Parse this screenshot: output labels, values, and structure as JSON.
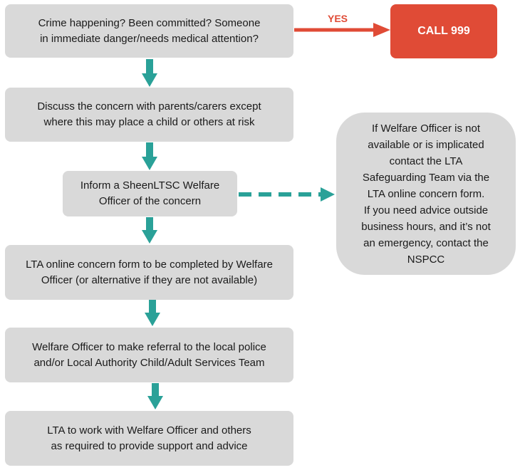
{
  "steps": {
    "crime_question": "Crime happening? Been committed? Someone\nin immediate danger/needs medical attention?",
    "discuss": "Discuss the concern with parents/carers except\nwhere this may place a child or others at risk",
    "inform": "Inform a SheenLTSC Welfare\nOfficer of the concern",
    "online_form": "LTA online concern form to be completed by Welfare\nOfficer (or alternative if they are not available)",
    "referral": "Welfare Officer to make referral to the local police\nand/or Local Authority Child/Adult Services Team",
    "support": "LTA to work with Welfare Officer and others\nas required to provide support and advice"
  },
  "side_note": "If Welfare Officer is not\navailable or is implicated\ncontact the LTA\nSafeguarding Team via the\nLTA online concern form.\nIf you need advice outside\nbusiness hours, and it’s not\nan emergency, contact the\nNSPCC",
  "yes_label": "YES",
  "call_label": "CALL 999",
  "colors": {
    "box": "#d9d9d9",
    "arrow": "#2aa198",
    "alert": "#e04b36"
  }
}
